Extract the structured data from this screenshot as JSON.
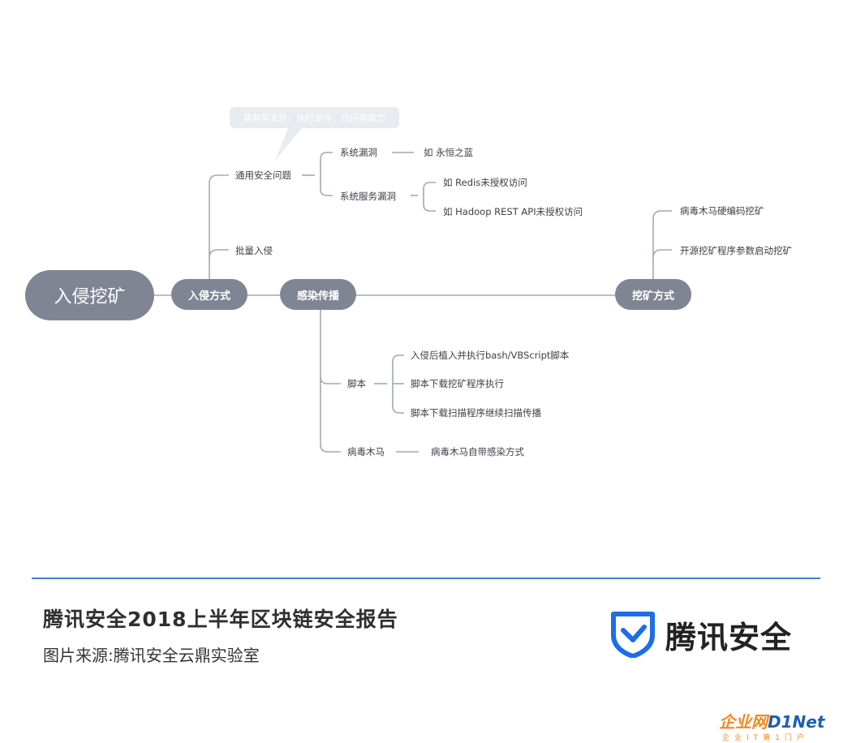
{
  "diagram": {
    "root": "入侵挖矿",
    "branch_intrusion": "入侵方式",
    "branch_spread": "感染传播",
    "branch_mining": "挖矿方式",
    "callout": "具有写文件、执行命令、代码等能力",
    "common_security": "通用安全问题",
    "system_vuln": "系统漏洞",
    "system_vuln_example": "如 永恒之蓝",
    "service_vuln": "系统服务漏洞",
    "redis_example": "如 Redis未授权访问",
    "hadoop_example": "如 Hadoop REST API未授权访问",
    "batch_intrusion": "批量入侵",
    "script": "脚本",
    "script_item1": "入侵后植入并执行bash/VBScript脚本",
    "script_item2": "脚本下载挖矿程序执行",
    "script_item3": "脚本下载扫描程序继续扫描传播",
    "trojan": "病毒木马",
    "trojan_item": "病毒木马自带感染方式",
    "mining_item1": "病毒木马硬编码挖矿",
    "mining_item2": "开源挖矿程序参数启动挖矿"
  },
  "footer": {
    "report_title": "腾讯安全2018上半年区块链安全报告",
    "source": "图片来源:腾讯安全云鼎实验室",
    "brand": "腾讯安全"
  },
  "watermark": {
    "cn": "企业网",
    "brand": "D1Net",
    "sub": "企业IT第1门户"
  },
  "colors": {
    "node": "#7f8593",
    "line": "#a3a8b3",
    "accent_blue": "#4a7bc9",
    "brand_blue": "#1c6ee8",
    "watermark_orange": "#f08a1e"
  }
}
